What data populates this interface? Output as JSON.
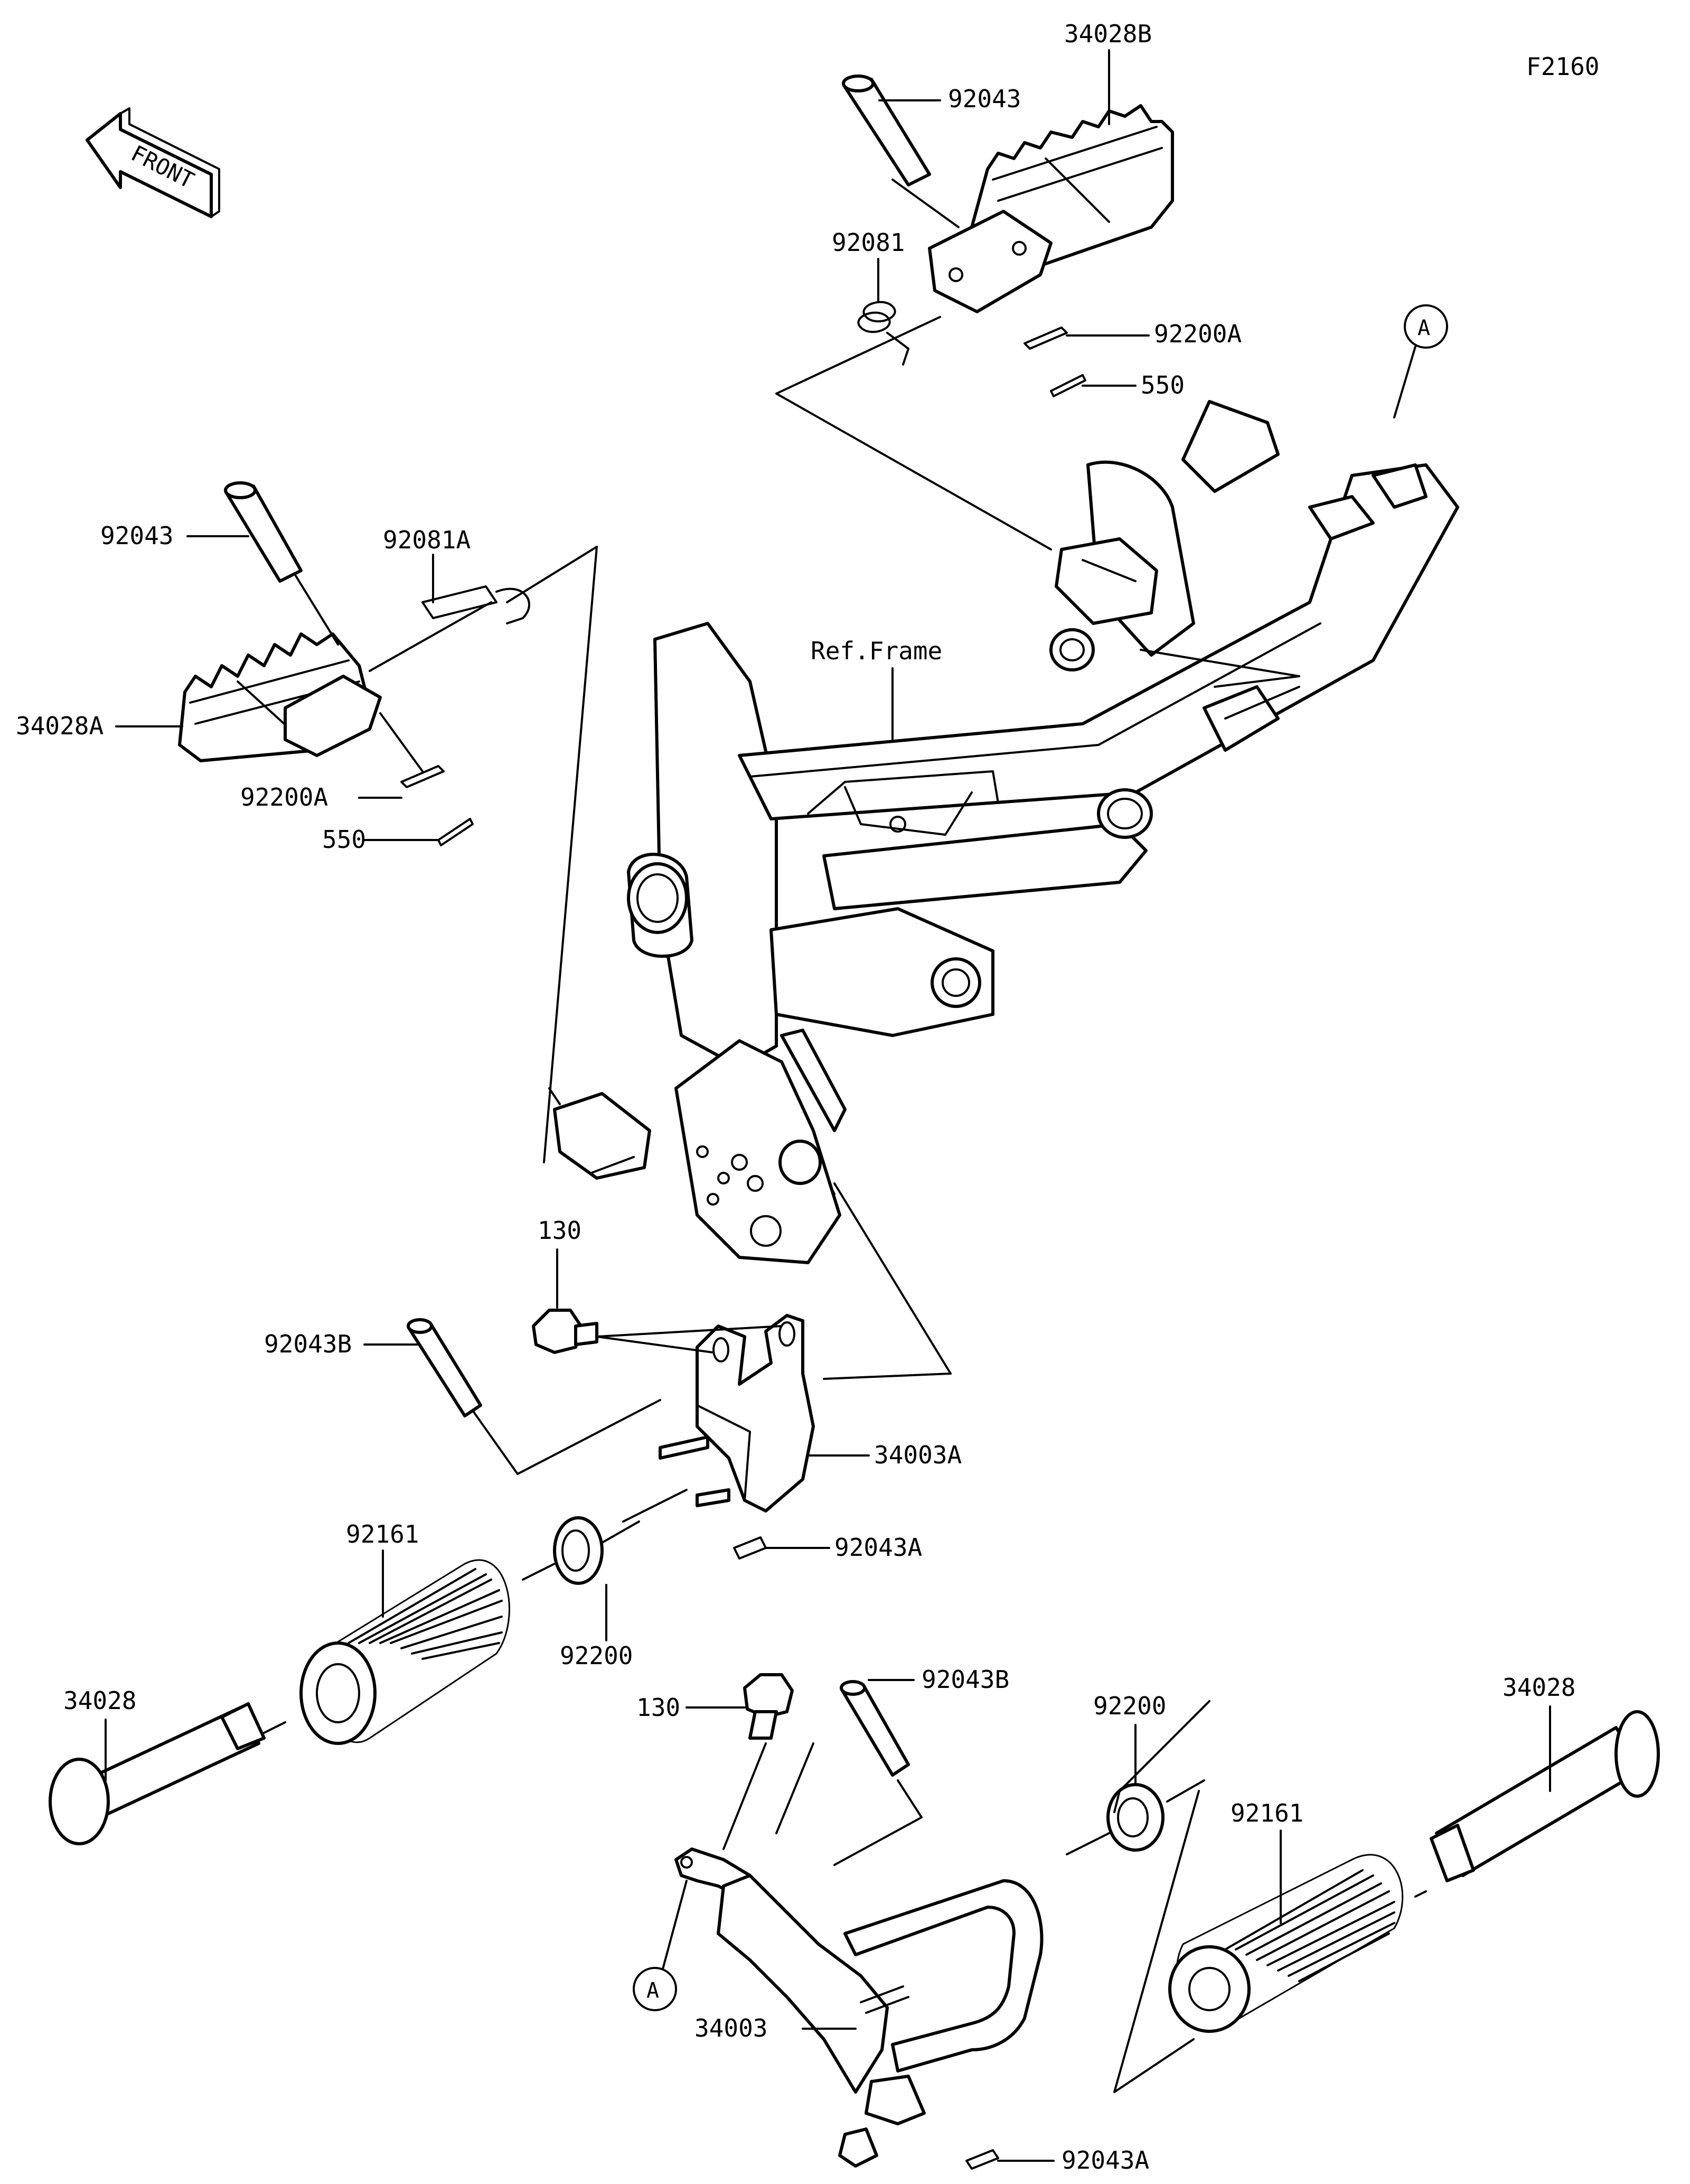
{
  "figure_code": "F2160",
  "front_arrow_text": "FRONT",
  "ref_frame": "Ref.Frame",
  "callout_a": "A",
  "labels": {
    "p34028B": "34028B",
    "p92043_top": "92043",
    "p92081": "92081",
    "p92200A_top": "92200A",
    "p550_top": "550",
    "p92043_left": "92043",
    "p92081A": "92081A",
    "p34028A": "34028A",
    "p92200A_left": "92200A",
    "p550_left": "550",
    "p130_top": "130",
    "p92043B_left": "92043B",
    "p34003A": "34003A",
    "p92043A_mid": "92043A",
    "p92161_left": "92161",
    "p92200_left": "92200",
    "p34028_left": "34028",
    "p130_bottom": "130",
    "p92043B_bottom": "92043B",
    "p92200_right": "92200",
    "p34028_right": "34028",
    "p92161_right": "92161",
    "p34003": "34003",
    "p92043A_bottom": "92043A"
  }
}
